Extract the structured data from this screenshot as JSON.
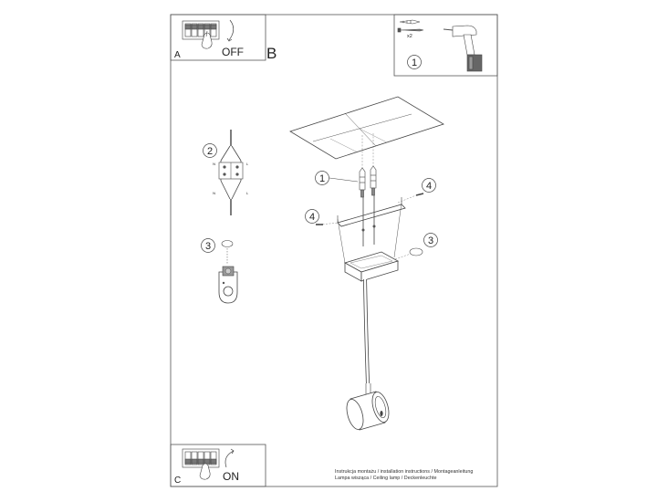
{
  "panels": {
    "a": {
      "letter": "A",
      "label": "OFF"
    },
    "b": {
      "letter": "B"
    },
    "c": {
      "letter": "C",
      "label": "ON"
    },
    "tool": {
      "step": "1",
      "count": "x2"
    }
  },
  "callouts": {
    "wire_connector": "2",
    "cover_cap_detail": "3",
    "anchors": "1",
    "screw_left": "4",
    "screw_right": "4",
    "cover_cap": "3"
  },
  "terminal_labels": [
    "N",
    "L",
    "N",
    "L"
  ],
  "caption": {
    "line1": "Instrukcja montażu / installation instructions / Montageanleitung",
    "line2": "Lampa wisząca / Ceiling lamp / Deckenleuchte"
  }
}
